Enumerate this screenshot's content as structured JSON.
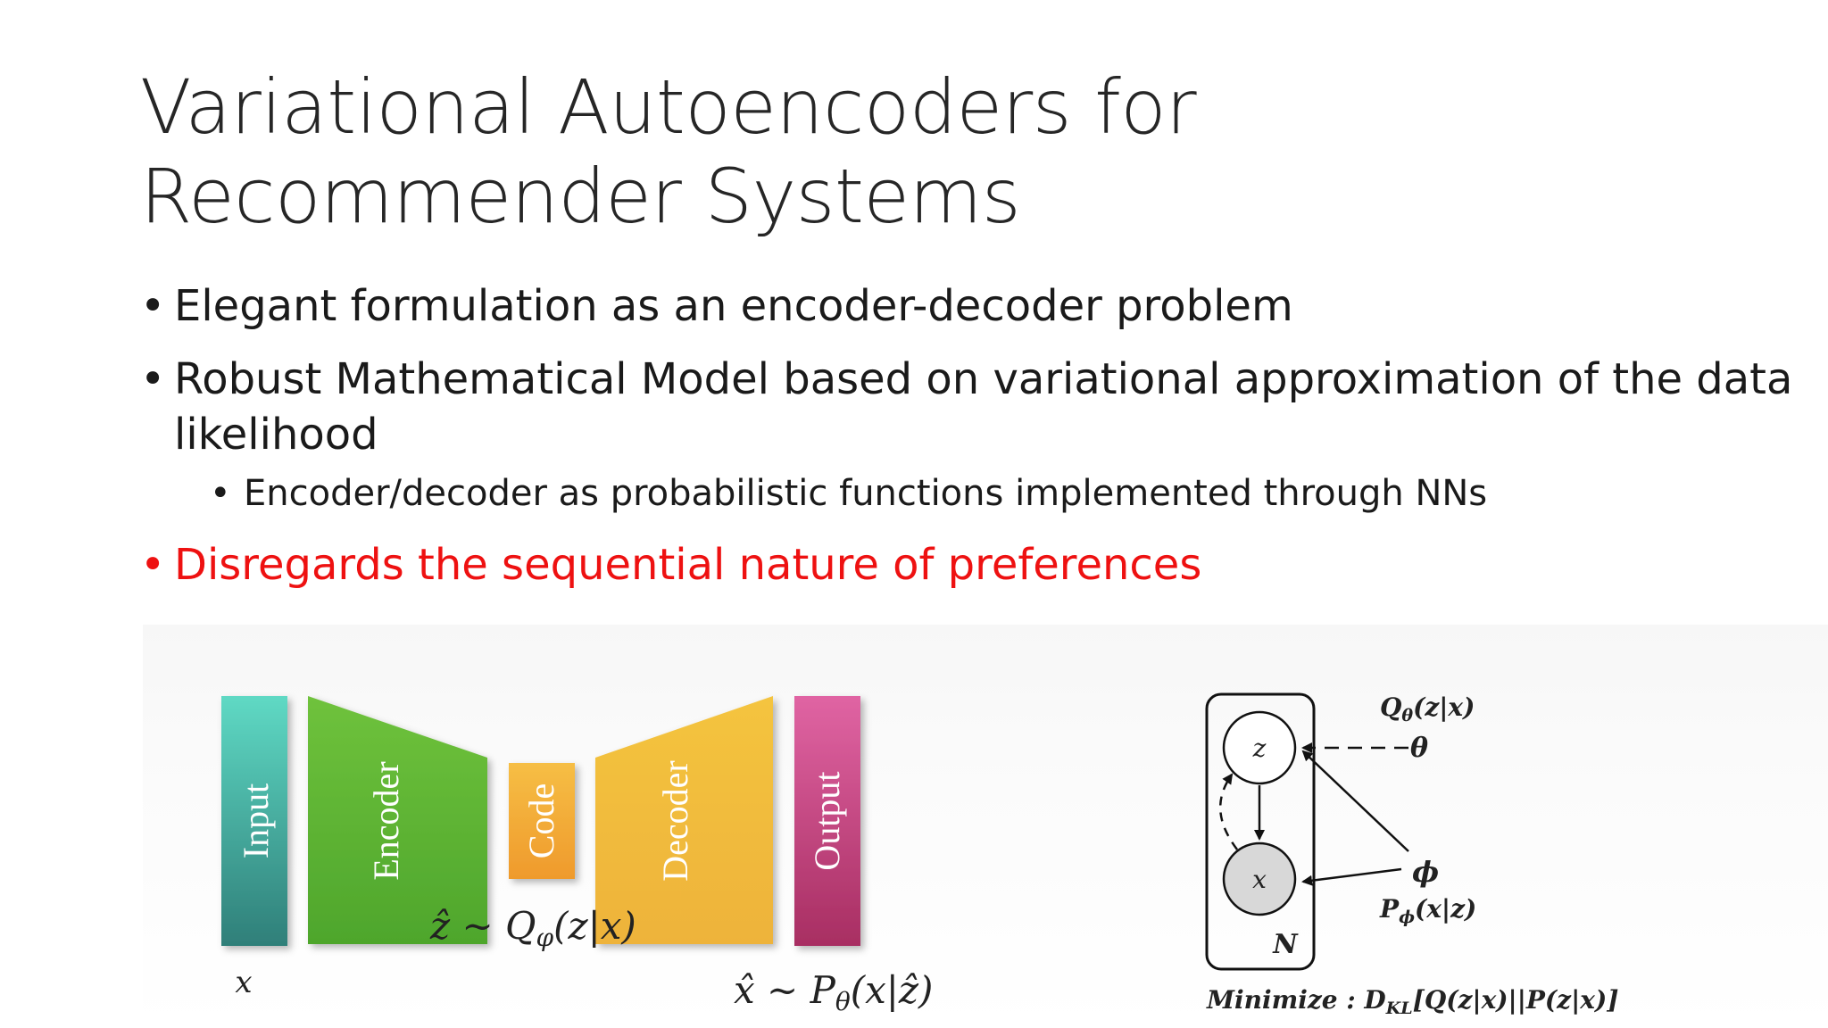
{
  "slide": {
    "title": "Variational Autoencoders for Recommender Systems",
    "bullets": [
      "Elegant formulation as an encoder-decoder problem",
      "Robust Mathematical Model based on variational approximation of the data likelihood"
    ],
    "subbullet": "Encoder/decoder as probabilistic functions implemented through NNs",
    "highlight_bullet": "Disregards the sequential nature of preferences",
    "bullet_glyph": "•",
    "highlight_color": "#ee1111"
  },
  "autoencoder_figure": {
    "blocks": [
      "Input",
      "Encoder",
      "Code",
      "Decoder",
      "Output"
    ],
    "input_symbol": "x",
    "code_formula": "ẑ ∼ Q_φ(z|x)",
    "output_formula": "x̂ ∼ P_θ(x|ẑ)",
    "code_formula_parts": [
      "ẑ ∼ Q",
      "φ",
      "(z|x)"
    ],
    "output_formula_parts": [
      "x̂ ∼ P",
      "θ",
      "(x|ẑ)"
    ],
    "colors": {
      "input": "#4cc7b4",
      "encoder": "#6abd3a",
      "code": "#f2a93c",
      "decoder": "#f0bb3d",
      "output": "#c8447e"
    }
  },
  "graphical_model": {
    "latent": "z",
    "observed": "x",
    "plate": "N",
    "theta": "θ",
    "phi": "ϕ",
    "q_label": "Q_θ(z|x)",
    "p_label": "P_ϕ(x|z)",
    "q_parts": [
      "Q",
      "θ",
      "(z|x)"
    ],
    "p_parts": [
      "P",
      "ϕ",
      "(x|z)"
    ],
    "objective": "Minimize : D_KL[Q(z|x)||P(z|x)]",
    "objective_parts": [
      "Minimize : D",
      "KL",
      "[Q(z|x)||P(z|x)]"
    ]
  }
}
